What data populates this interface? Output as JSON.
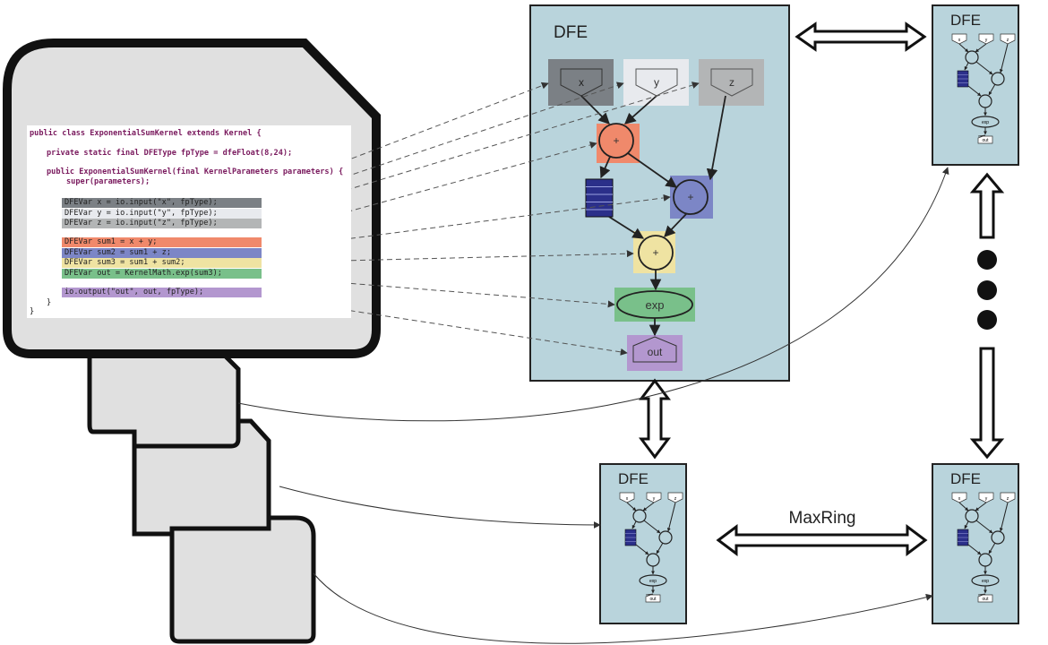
{
  "main_dfe": {
    "label": "DFE",
    "inputs": [
      "x",
      "y",
      "z"
    ],
    "add_symbol": "+",
    "exp_label": "exp",
    "out_label": "out"
  },
  "small_dfe": {
    "label": "DFE",
    "inputs": [
      "x",
      "y",
      "z"
    ],
    "exp_label": "exp",
    "out_label": "out"
  },
  "maxring_label": "MaxRing",
  "code": {
    "line1": "public class ExponentialSumKernel extends Kernel {",
    "line2": "private static final DFEType fpType = dfeFloat(8,24);",
    "line3": "public ExponentialSumKernel(final KernelParameters parameters) {",
    "line4": "super(parameters);",
    "var_x": "DFEVar x = io.input(\"x\", fpType);",
    "var_y": "DFEVar y = io.input(\"y\", fpType);",
    "var_z": "DFEVar z = io.input(\"z\", fpType);",
    "sum1": "DFEVar sum1 = x + y;",
    "sum2": "DFEVar sum2 = sum1 + z;",
    "sum3": "DFEVar sum3 = sum1 + sum2;",
    "out": "DFEVar out = KernelMath.exp(sum3);",
    "output": "io.output(\"out\", out, fpType);",
    "close_inner": "}",
    "close_outer": "}"
  },
  "colors": {
    "dfe_bg": "#b9d4dc",
    "x": "#7b8085",
    "y": "#e8eaee",
    "z": "#b3b5b6",
    "sum1": "#f0896b",
    "sum2": "#7c86c6",
    "sum3": "#efe3a2",
    "out": "#79c08a",
    "output": "#b397cf",
    "buffer": "#2b2f8a"
  }
}
